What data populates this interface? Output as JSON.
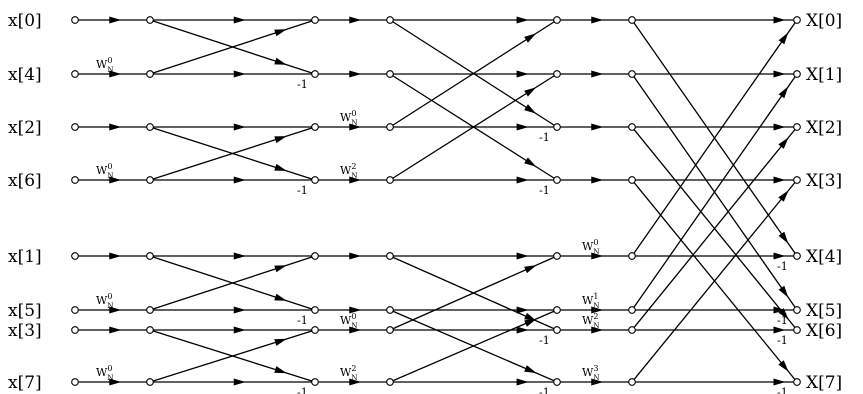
{
  "inputs": [
    "x[0]",
    "x[4]",
    "x[2]",
    "x[6]",
    "x[1]",
    "x[5]",
    "x[3]",
    "x[7]"
  ],
  "outputs": [
    "X[0]",
    "X[1]",
    "X[2]",
    "X[3]",
    "X[4]",
    "X[5]",
    "X[6]",
    "X[7]"
  ],
  "twiddle_base": "W",
  "twiddle_sub": "N",
  "negation_label": "-1",
  "stage1_twiddles": [
    {
      "row": 1,
      "exp": "0"
    },
    {
      "row": 3,
      "exp": "0"
    },
    {
      "row": 5,
      "exp": "0"
    },
    {
      "row": 7,
      "exp": "0"
    }
  ],
  "stage2_twiddles": [
    {
      "row": 2,
      "exp": "0"
    },
    {
      "row": 3,
      "exp": "2"
    },
    {
      "row": 6,
      "exp": "0"
    },
    {
      "row": 7,
      "exp": "2"
    }
  ],
  "stage3_twiddles": [
    {
      "row": 4,
      "exp": "0"
    },
    {
      "row": 5,
      "exp": "1"
    },
    {
      "row": 6,
      "exp": "2"
    },
    {
      "row": 7,
      "exp": "3"
    }
  ],
  "stage1_neg_rows": [
    1,
    3,
    5,
    7
  ],
  "stage2_neg_rows": [
    2,
    3,
    6,
    7
  ],
  "stage3_neg_rows": [
    4,
    5,
    6,
    7
  ]
}
